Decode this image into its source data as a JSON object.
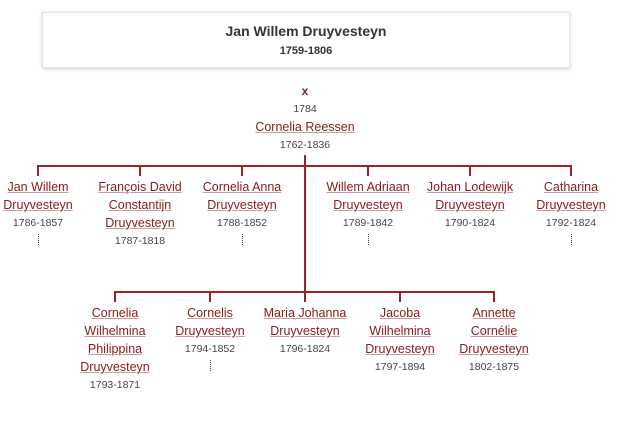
{
  "person": {
    "name": "Jan Willem Druyvesteyn",
    "dates": "1759-1806"
  },
  "marriage": {
    "symbol": "x",
    "year": "1784"
  },
  "spouse": {
    "name": "Cornelia Reessen",
    "dates": "1762-1836"
  },
  "children_row1": [
    {
      "lines": [
        "Jan Willem",
        "Druyvesteyn"
      ],
      "dates": "1786-1857",
      "more": true
    },
    {
      "lines": [
        "François David",
        "Constantijn",
        "Druyvesteyn"
      ],
      "dates": "1787-1818",
      "more": false
    },
    {
      "lines": [
        "Cornelia Anna",
        "Druyvesteyn"
      ],
      "dates": "1788-1852",
      "more": true
    },
    {
      "lines": [
        "Willem Adriaan",
        "Druyvesteyn"
      ],
      "dates": "1789-1842",
      "more": true
    },
    {
      "lines": [
        "Johan Lodewijk",
        "Druyvesteyn"
      ],
      "dates": "1790-1824",
      "more": false
    },
    {
      "lines": [
        "Catharina",
        "Druyvesteyn"
      ],
      "dates": "1792-1824",
      "more": true
    }
  ],
  "children_row2": [
    {
      "lines": [
        "Cornelia",
        "Wilhelmina",
        "Philippina",
        "Druyvesteyn"
      ],
      "dates": "1793-1871",
      "more": false
    },
    {
      "lines": [
        "Cornelis",
        "Druyvesteyn"
      ],
      "dates": "1794-1852",
      "more": true
    },
    {
      "lines": [
        "Maria Johanna",
        "Druyvesteyn"
      ],
      "dates": "1796-1824",
      "more": false
    },
    {
      "lines": [
        "Jacoba",
        "Wilhelmina",
        "Druyvesteyn"
      ],
      "dates": "1797-1894",
      "more": false
    },
    {
      "lines": [
        "Annette",
        "Cornélie",
        "Druyvesteyn"
      ],
      "dates": "1802-1875",
      "more": false
    }
  ]
}
